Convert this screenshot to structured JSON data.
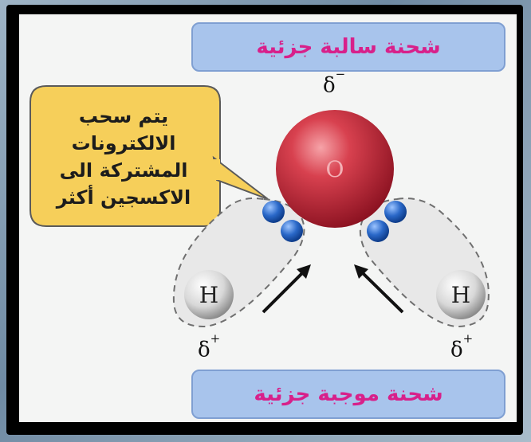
{
  "banner_top": "شحنة سالبة جزئية",
  "banner_bottom": "شحنة موجبة جزئية",
  "callout_lines": [
    "يتم سحب",
    "الالكترونات",
    "المشتركة  الى",
    "الاكسجين أكثر"
  ],
  "oxygen_label": "O",
  "hydrogen_label": "H",
  "delta_symbol": "δ",
  "delta_negative_sign": "−",
  "delta_positive_sign": "+",
  "colors": {
    "banner_bg": "#a8c4ec",
    "banner_text": "#d8208a",
    "callout_bg": "#f6cf5a",
    "oxygen": "#c8283a",
    "electron": "#1f5fb8"
  },
  "icons": [
    "arrow-up-right-icon",
    "arrow-up-left-icon"
  ]
}
